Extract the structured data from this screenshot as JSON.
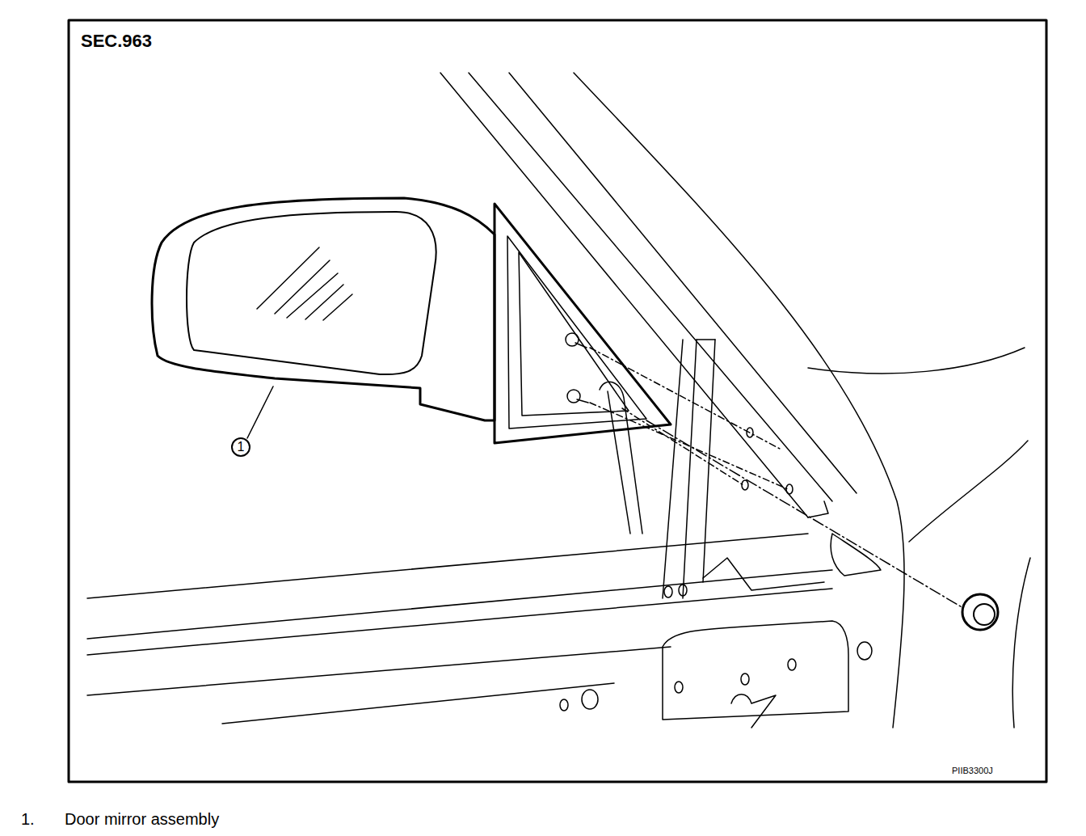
{
  "diagram": {
    "nodes": [
      {
        "text": [
          "1"
        ]
      }
    ],
    "labels": [
      "SEC.963",
      "PIIB3300J",
      "1.",
      "Door mirror assembly"
    ]
  }
}
